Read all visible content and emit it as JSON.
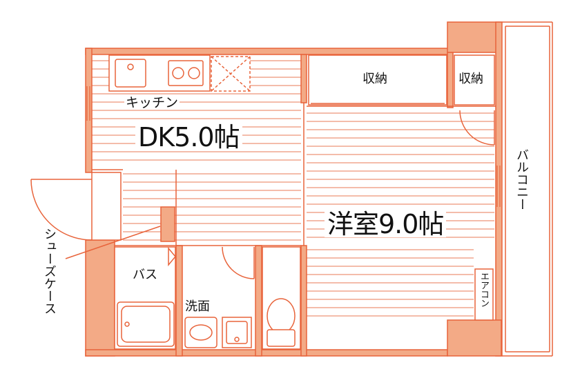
{
  "colors": {
    "wall": "#f3aa86",
    "line": "#e8633a",
    "floor_line": "#ea7a55",
    "text": "#111111",
    "background": "#ffffff"
  },
  "rooms": {
    "dk": "DK5.0帖",
    "western": "洋室9.0帖",
    "kitchen": "キッチン",
    "storage1": "収納",
    "storage2": "収納",
    "balcony": "バルコニー",
    "bath": "バス",
    "washroom": "洗面",
    "aircon": "エアコン",
    "shoe_case": "シューズケース"
  }
}
